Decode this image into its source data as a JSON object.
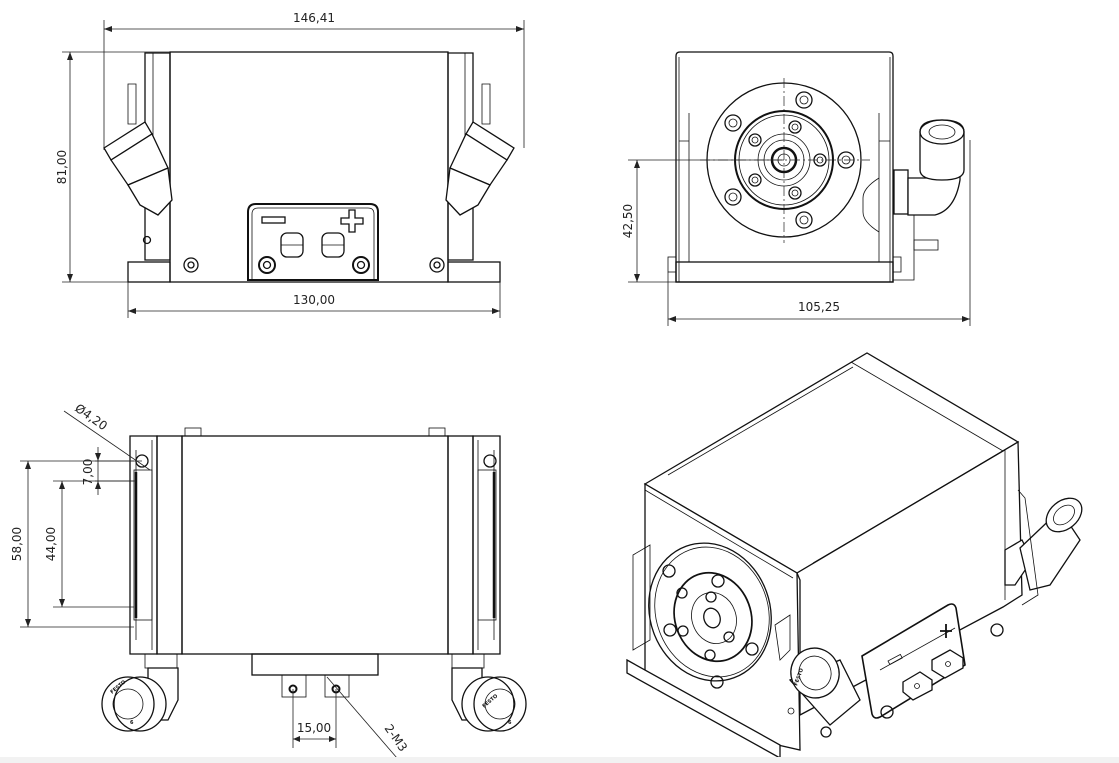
{
  "drawing": {
    "title": "Rotary actuator technical drawing",
    "views": {
      "front": {
        "dimensions": {
          "overall_width": "146,41",
          "height": "81,00",
          "base_width": "130,00"
        },
        "connector_labels": {
          "minus": "−",
          "plus": "+"
        }
      },
      "side": {
        "dimensions": {
          "axis_height": "42,50",
          "overall_depth": "105,25"
        }
      },
      "bottom": {
        "dimensions": {
          "hole_diameter": "Ø4,20",
          "hole_offset": "7,00",
          "slot_length": "44,00",
          "hole_spacing": "58,00",
          "thread_spacing": "15,00",
          "thread_callout": "2-M3"
        },
        "fitting_brand": "FESTO",
        "fitting_size": "6"
      },
      "isometric": {
        "fitting_brand": "FESTO"
      }
    }
  }
}
